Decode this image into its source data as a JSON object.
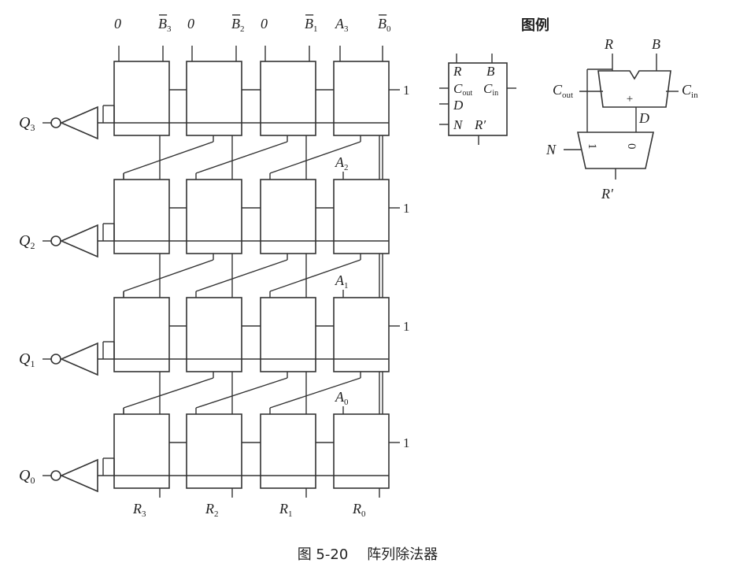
{
  "top_labels": [
    {
      "base": "0",
      "sub": "",
      "bar": false
    },
    {
      "base": "B",
      "sub": "3",
      "bar": true
    },
    {
      "base": "0",
      "sub": "",
      "bar": false
    },
    {
      "base": "B",
      "sub": "2",
      "bar": true
    },
    {
      "base": "0",
      "sub": "",
      "bar": false
    },
    {
      "base": "B",
      "sub": "1",
      "bar": true
    },
    {
      "base": "A",
      "sub": "3",
      "bar": false
    },
    {
      "base": "B",
      "sub": "0",
      "bar": true
    }
  ],
  "a_labels": [
    {
      "base": "A",
      "sub": "2"
    },
    {
      "base": "A",
      "sub": "1"
    },
    {
      "base": "A",
      "sub": "0"
    }
  ],
  "q_labels": [
    {
      "base": "Q",
      "sub": "3"
    },
    {
      "base": "Q",
      "sub": "2"
    },
    {
      "base": "Q",
      "sub": "1"
    },
    {
      "base": "Q",
      "sub": "0"
    }
  ],
  "r_labels": [
    {
      "base": "R",
      "sub": "3"
    },
    {
      "base": "R",
      "sub": "2"
    },
    {
      "base": "R",
      "sub": "1"
    },
    {
      "base": "R",
      "sub": "0"
    }
  ],
  "carry_in_label": "1",
  "legend": {
    "title": "图例",
    "cell": {
      "r": "R",
      "b": "B",
      "cout": "C",
      "cout_sub": "out",
      "cin": "C",
      "cin_sub": "in",
      "d": "D",
      "n": "N",
      "rprime": "R′"
    },
    "detail": {
      "r": "R",
      "b": "B",
      "cout": "C",
      "cout_sub": "out",
      "cin": "C",
      "cin_sub": "in",
      "plus": "+",
      "d": "D",
      "n": "N",
      "mux1": "1",
      "mux0": "0",
      "rprime": "R′"
    }
  },
  "caption": {
    "figure": "图 5-20",
    "title": "阵列除法器"
  }
}
